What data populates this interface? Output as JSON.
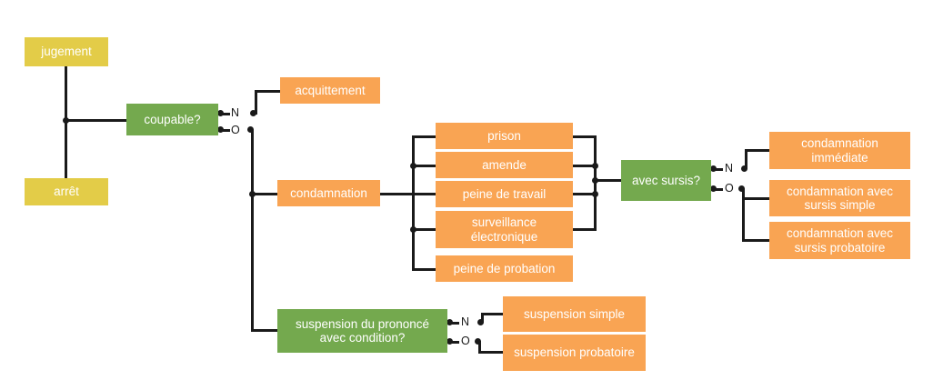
{
  "diagram": {
    "title": "jugement - arbre de decision penale",
    "colors": {
      "yellow": "#e3cc48",
      "green": "#74a94e",
      "orange": "#f9a453",
      "edge": "#1a1a1a",
      "background": "#ffffff",
      "node_text": "#ffffff",
      "label_text": "#1a1a1a"
    },
    "nodes": {
      "jugement": "jugement",
      "arret": "arrêt",
      "coupable": "coupable?",
      "acquittement": "acquittement",
      "condamnation": "condamnation",
      "prison": "prison",
      "amende": "amende",
      "peine_de_travail": "peine de travail",
      "surveillance_electronique": "surveillance électronique",
      "peine_de_probation": "peine de probation",
      "avec_sursis": "avec sursis?",
      "condamnation_immediate": "condamnation immédiate",
      "condamnation_sursis_simple": "condamnation avec sursis simple",
      "condamnation_sursis_probatoire": "condamnation avec sursis probatoire",
      "suspension_prononce": "suspension du prononcé avec condition?",
      "suspension_simple": "suspension simple",
      "suspension_probatoire": "suspension probatoire"
    },
    "branch_labels": {
      "coupable_n": "N",
      "coupable_o": "O",
      "sursis_n": "N",
      "sursis_o": "O",
      "suspension_n": "N",
      "suspension_o": "O"
    }
  }
}
